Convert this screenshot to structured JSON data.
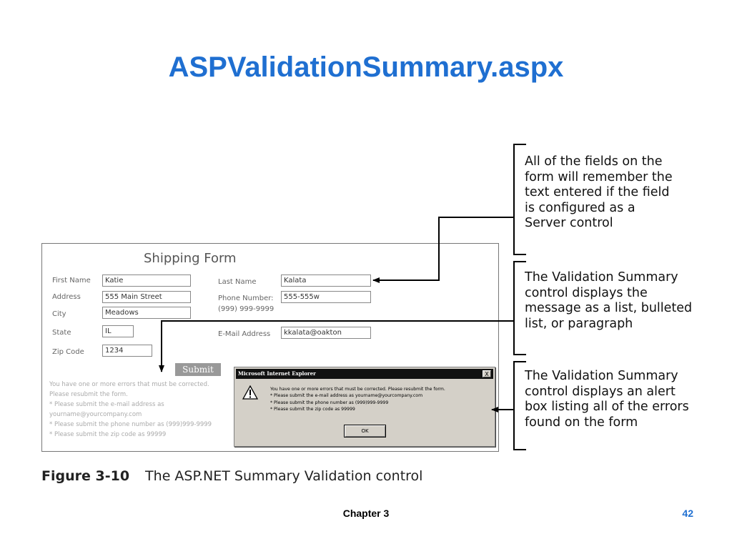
{
  "slide": {
    "title": "ASPValidationSummary.aspx",
    "footer_chapter": "Chapter 3",
    "page_number": "42"
  },
  "form": {
    "title": "Shipping Form",
    "fields": {
      "first_name": {
        "label": "First Name",
        "value": "Katie"
      },
      "last_name": {
        "label": "Last Name",
        "value": "Kalata"
      },
      "address": {
        "label": "Address",
        "value": "555 Main Street"
      },
      "phone": {
        "label": "Phone Number:",
        "label2": "(999) 999-9999",
        "value": "555-555w"
      },
      "city": {
        "label": "City",
        "value": "Meadows"
      },
      "state": {
        "label": "State",
        "value": "IL"
      },
      "email": {
        "label": "E-Mail Address",
        "value": "kkalata@oakton"
      },
      "zip": {
        "label": "Zip Code",
        "value": "1234"
      }
    },
    "submit_label": "Submit",
    "summary_lines": [
      "You have one or more errors that must be corrected.",
      "Please resubmit the form.",
      "* Please submit the e-mail address as",
      "yourname@yourcompany.com",
      "* Please submit the phone number as (999)999-9999",
      "* Please submit the zip code as 99999"
    ]
  },
  "dialog": {
    "title": "Microsoft Internet Explorer",
    "close_label": "X",
    "icon": "warning-icon",
    "messages": [
      "You have one or more errors that must be corrected. Please resubmit the form.",
      "* Please submit the e-mail address as yourname@yourcompany.com",
      "* Please submit the phone number as (999)999-9999",
      "* Please submit the zip code as 99999"
    ],
    "ok_label": "OK"
  },
  "notes": [
    {
      "lines": [
        "All of the fields on the",
        "form will remember the",
        "text entered if the field",
        "is configured as a",
        "Server control"
      ]
    },
    {
      "lines": [
        "The Validation Summary",
        "control displays the",
        "message as a list, bulleted",
        "list, or paragraph"
      ]
    },
    {
      "lines": [
        "The Validation Summary",
        "control displays an alert",
        "box listing all of the errors",
        "found on the form"
      ]
    }
  ],
  "caption": {
    "figure_number": "Figure 3-10",
    "text": "The ASP.NET Summary Validation control"
  },
  "colors": {
    "accent": "#1f6fd1"
  }
}
